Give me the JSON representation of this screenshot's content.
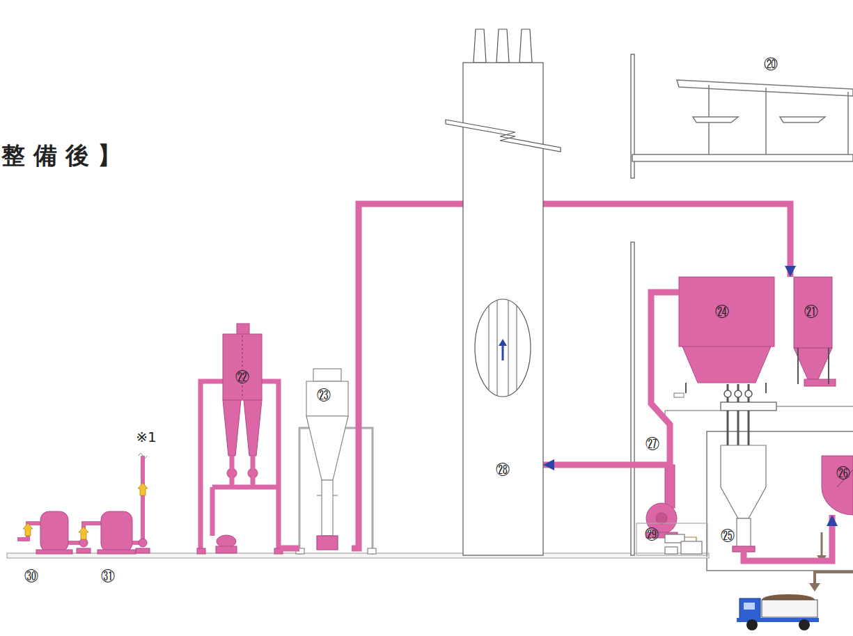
{
  "diagram": {
    "title": "整 備 後 】",
    "nodes": [
      {
        "text": [
          "㉒"
        ]
      },
      {
        "text": [
          "㉓"
        ]
      },
      {
        "text": [
          "㉘"
        ]
      },
      {
        "text": [
          "㉔"
        ]
      },
      {
        "text": [
          "㉑"
        ]
      },
      {
        "text": [
          "㉕"
        ]
      },
      {
        "text": [
          "㉖"
        ]
      }
    ],
    "edges": [
      {
        "from": 0,
        "to": 1,
        "arrow": "none"
      },
      {
        "from": 1,
        "to": 4,
        "arrow": "to"
      },
      {
        "from": 3,
        "to": 2,
        "arrow": "to"
      },
      {
        "from": 5,
        "to": 6,
        "arrow": "to"
      }
    ],
    "labels": [
      "⑳",
      "㉗",
      "㉙",
      "※1",
      "㉚",
      "㉛"
    ]
  }
}
